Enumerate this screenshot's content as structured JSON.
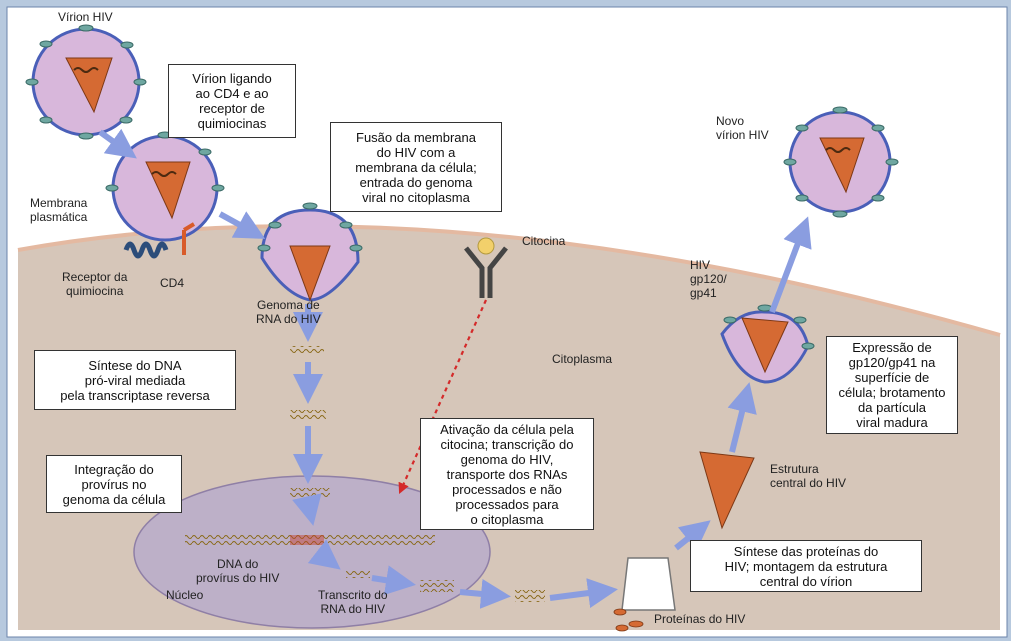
{
  "labels": {
    "virion_hiv": "Vírion HIV",
    "novo_virion": "Novo\nvírion HIV",
    "membrana_plasmatica": "Membrana\nplasmática",
    "receptor_quimiocina": "Receptor da\nquimiocina",
    "cd4": "CD4",
    "genoma_rna": "Genoma de\nRNA do HIV",
    "citocina": "Citocina",
    "citoplasma": "Citoplasma",
    "hiv_gp": "HIV\ngp120/\ngp41",
    "nucleo": "Núcleo",
    "dna_provirus": "DNA do\nprovírus do HIV",
    "transcrito_rna": "Transcrito do\nRNA do HIV",
    "proteinas_hiv": "Proteínas do HIV",
    "estrutura_central": "Estrutura\ncentral do HIV"
  },
  "boxes": {
    "ligando": "Vírion ligando\nao CD4 e ao\nreceptor de\nquimiocinas",
    "fusao": "Fusão da membrana\ndo HIV com a\nmembrana da célula;\nentrada do genoma\nviral no citoplasma",
    "sintese_dna": "Síntese do DNA\npró-viral mediada\npela transcriptase reversa",
    "integracao": "Integração do\nprovírus no\ngenoma da célula",
    "ativacao": "Ativação da célula pela\ncitocina; transcrição do\ngenoma do HIV,\ntransporte dos RNAs\nprocessados e não\nprocessados para\no citoplasma",
    "expressao": "Expressão de\ngp120/gp41 na\nsuperfície de\ncélula; brotamento\nda partícula\nviral madura",
    "sintese_proteinas": "Síntese das proteínas do\nHIV; montagem da estrutura\ncentral do vírion"
  }
}
